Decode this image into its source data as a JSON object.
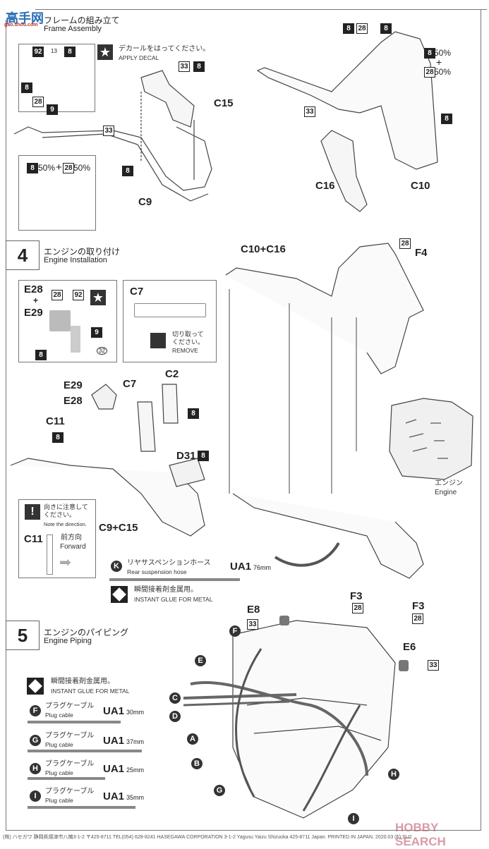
{
  "watermark_top": {
    "text_cn": "高手网",
    "url_text": "gao.shou.com"
  },
  "step3": {
    "title_jp": "フレームの組み立て",
    "title_en": "Frame Assembly",
    "decal_note_jp": "デカールをはってください。",
    "decal_note_en": "APPLY DECAL",
    "inset1_tags": [
      "92",
      "13",
      "8",
      "8",
      "28",
      "9"
    ],
    "inset2": {
      "tag_a": "8",
      "pct_a": "50%",
      "plus": "+",
      "tag_b": "28",
      "pct_b": "50%"
    },
    "part_c15": "C15",
    "part_c9": "C9",
    "tag_33_a": "33",
    "tag_8_a": "8",
    "tag_33_left": "33",
    "tag_8_left": "8",
    "right": {
      "tags_top": [
        "8",
        "28",
        "8"
      ],
      "mix": {
        "tag_a": "8",
        "pct_a": "50%",
        "plus": "+",
        "tag_b": "28",
        "pct_b": "50%"
      },
      "tag_33": "33",
      "tag_8": "8",
      "part_c16": "C16",
      "part_c10": "C10"
    }
  },
  "step4": {
    "number": "4",
    "title_jp": "エンジンの取り付け",
    "title_en": "Engine Installation",
    "inset_e": {
      "part_a": "E28",
      "plus": "+",
      "part_b": "E29",
      "tags": [
        "28",
        "92",
        "9",
        "8",
        "32"
      ]
    },
    "inset_c7": {
      "part": "C7",
      "note_jp": "切り取って\nください。",
      "note_en": "REMOVE"
    },
    "parts": {
      "e29": "E29",
      "e28": "E28",
      "c7": "C7",
      "c2": "C2",
      "c11": "C11",
      "d31": "D31",
      "c9c15": "C9+C15",
      "c10c16": "C10+C16",
      "f4": "F4",
      "f3a": "F3",
      "f3b": "F3"
    },
    "tags": {
      "c2": "8",
      "c11": "8",
      "d31": "8",
      "f4": "28",
      "f3a": "28",
      "f3b": "28"
    },
    "direction_note": {
      "jp": "向きに注意して\nください。",
      "en": "Note the direction.",
      "part": "C11",
      "fwd_jp": "前方向",
      "fwd_en": "Forward"
    },
    "hose": {
      "letter": "K",
      "jp": "リヤサスペンションホース",
      "en": "Rear suspension hose",
      "ua": "UA1",
      "len": "76mm"
    },
    "glue": {
      "jp": "瞬間接着剤金属用。",
      "en": "INSTANT GLUE FOR METAL"
    },
    "engine_label_jp": "エンジン",
    "engine_label_en": "Engine"
  },
  "step5": {
    "number": "5",
    "title_jp": "エンジンのパイピング",
    "title_en": "Engine Piping",
    "glue": {
      "jp": "瞬間接着剤金属用。",
      "en": "INSTANT GLUE FOR METAL"
    },
    "cables": [
      {
        "letter": "F",
        "jp": "プラグケーブル",
        "en": "Plug cable",
        "ua": "UA1",
        "len": "30mm"
      },
      {
        "letter": "G",
        "jp": "プラグケーブル",
        "en": "Plug cable",
        "ua": "UA1",
        "len": "37mm"
      },
      {
        "letter": "H",
        "jp": "プラグケーブル",
        "en": "Plug cable",
        "ua": "UA1",
        "len": "25mm"
      },
      {
        "letter": "I",
        "jp": "プラグケーブル",
        "en": "Plug cable",
        "ua": "UA1",
        "len": "35mm"
      }
    ],
    "parts": {
      "e8": "E8",
      "e6": "E6"
    },
    "tags": {
      "e8": "33",
      "e6": "33"
    },
    "callouts": [
      "E",
      "F",
      "C",
      "D",
      "A",
      "B",
      "G",
      "H",
      "I"
    ]
  },
  "footer": {
    "text": "(株) ハセガワ 静岡県焼津市八楠3-1-2 〒425-8711 TEL(054) 628-8241 HASEGAWA CORPORATION 3-1-2 Yagusu Yaizu Shizuoka 425-8711 Japan. PRINTED IN JAPAN. 2020.03 (F) SU2",
    "watermark": "HOBBY SEARCH"
  }
}
